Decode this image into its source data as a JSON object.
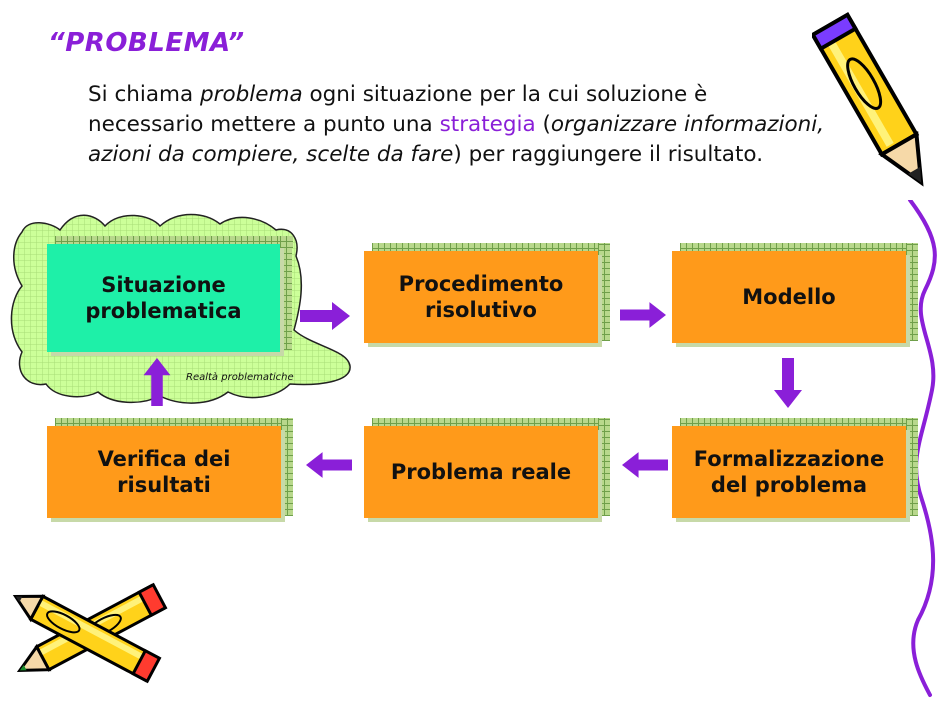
{
  "title": "“PROBLEMA”",
  "paragraph": {
    "t1": "Si chiama ",
    "t2": "problema",
    "t3": " ogni situazione per la cui soluzione è necessario mettere a punto una ",
    "t4": "strategia",
    "t5": " (",
    "t6": "organizzare informazioni, azioni da compiere, scelte da fare",
    "t7": ") per raggiungere il risultato."
  },
  "diagram": {
    "cloud_label": "Realtà problematiche",
    "boxes": {
      "situazione": "Situazione problematica",
      "procedimento": "Procedimento risolutivo",
      "modello": "Modello",
      "formalizzazione": "Formalizzazione del problema",
      "problema_reale": "Problema reale",
      "verifica": "Verifica dei risultati"
    }
  },
  "colors": {
    "title": "#8a1fd8",
    "box": "#ff9a1a",
    "box_highlight": "#1ef0a8",
    "arrow": "#8a1fd8",
    "cloud": "#ccff99",
    "grid": "#b8d88c"
  },
  "decorations": [
    "pencil-icon",
    "crossed-pencils-icon",
    "purple-curve-line"
  ]
}
